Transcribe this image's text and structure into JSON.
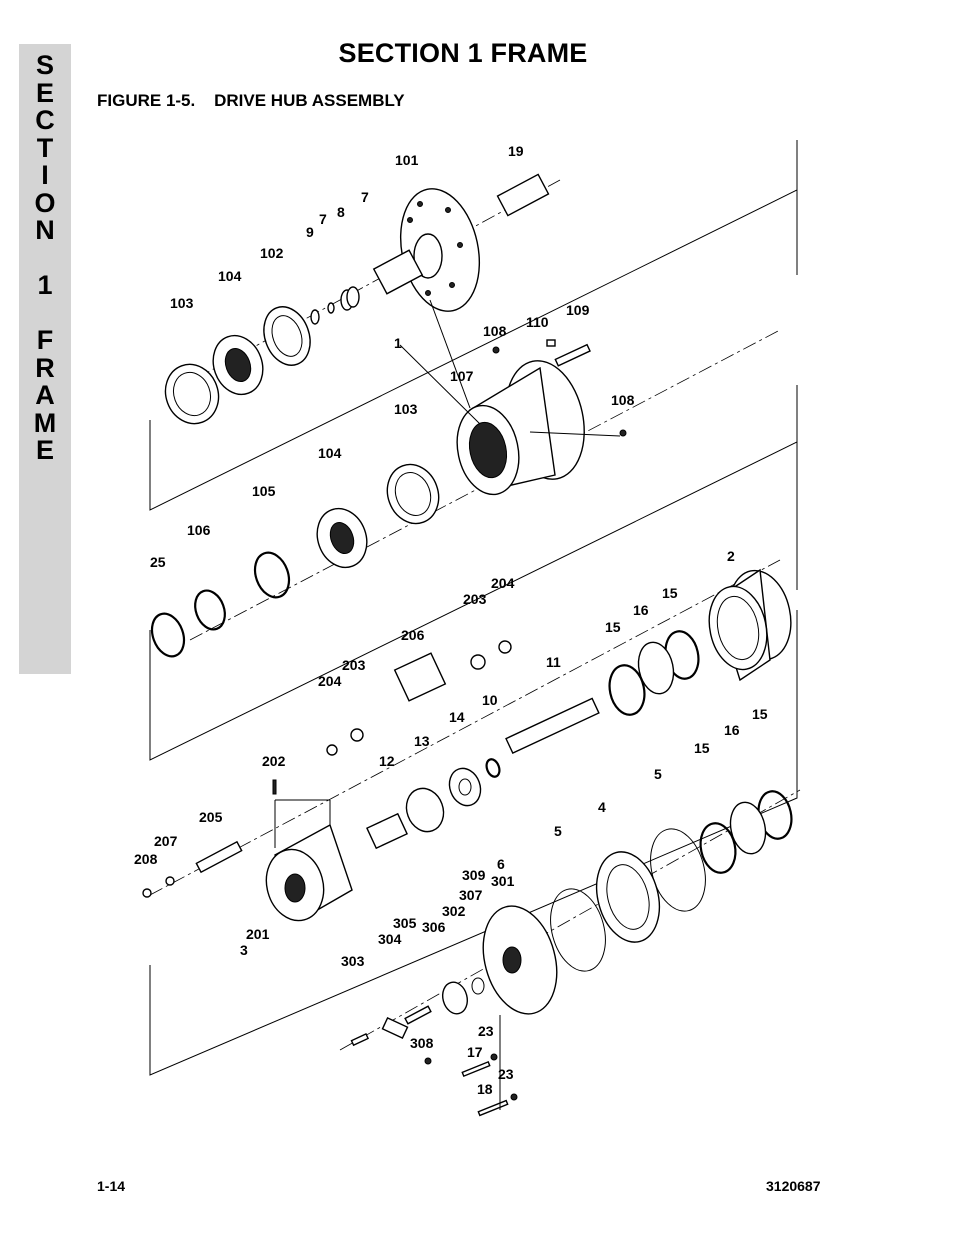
{
  "side_tab": {
    "letters": [
      "S",
      "E",
      "C",
      "T",
      "I",
      "O",
      "N",
      "",
      "1",
      "",
      "F",
      "R",
      "A",
      "M",
      "E"
    ]
  },
  "header": {
    "title": "SECTION 1  FRAME",
    "figure_title": "FIGURE 1-5.    DRIVE HUB ASSEMBLY"
  },
  "callouts": {
    "c101": "101",
    "c19": "19",
    "c7a": "7",
    "c7b": "7",
    "c8": "8",
    "c9": "9",
    "c102": "102",
    "c104a": "104",
    "c103a": "103",
    "c1": "1",
    "c108a": "108",
    "c110": "110",
    "c109": "109",
    "c107": "107",
    "c108b": "108",
    "c103b": "103",
    "c104b": "104",
    "c105": "105",
    "c106": "106",
    "c25": "25",
    "c2": "2",
    "c204a": "204",
    "c203a": "203",
    "c15a": "15",
    "c16a": "16",
    "c15b": "15",
    "c206": "206",
    "c203b": "203",
    "c204b": "204",
    "c11": "11",
    "c10": "10",
    "c14": "14",
    "c13": "13",
    "c12": "12",
    "c202": "202",
    "c15c": "15",
    "c16b": "16",
    "c15d": "15",
    "c5a": "5",
    "c4": "4",
    "c5b": "5",
    "c205": "205",
    "c207": "207",
    "c208": "208",
    "c201": "201",
    "c3": "3",
    "c6": "6",
    "c309": "309",
    "c301": "301",
    "c307": "307",
    "c302": "302",
    "c305": "305",
    "c306": "306",
    "c304": "304",
    "c303": "303",
    "c23a": "23",
    "c17": "17",
    "c308": "308",
    "c18": "18",
    "c23b": "23"
  },
  "footer": {
    "page_number": "1-14",
    "doc_number": "3120687"
  }
}
